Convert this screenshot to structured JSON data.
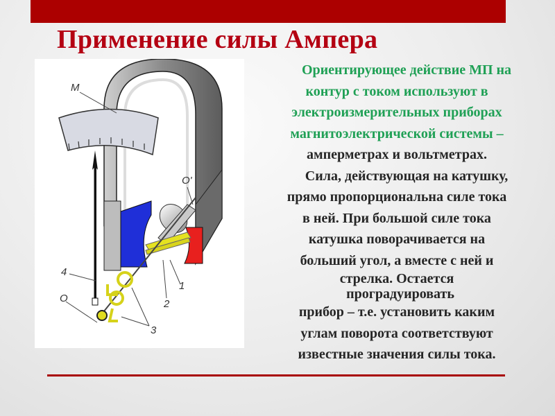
{
  "slide": {
    "title": "Применение силы Ампера",
    "colors": {
      "top_bar": "#ac0000",
      "title": "#b40012",
      "green_text": "#1fa055",
      "body_text": "#262626",
      "rule": "#a80000"
    },
    "paragraph1": {
      "lines": [
        "Ориентирующее действие МП на",
        "контур с током используют в",
        "электроизмерительных приборах",
        "магнитоэлектрической системы –",
        "амперметрах и вольтметрах."
      ]
    },
    "paragraph2": {
      "lines": [
        "Сила, действующая на катушку,",
        "прямо пропорциональна силе тока",
        "в ней. При большой силе тока",
        "катушка поворачивается на",
        "больший угол, а вместе с ней и",
        "стрелка. Остается",
        "проградуировать",
        "прибор – т.е. установить каким",
        "углам поворота соответствуют",
        "известные значения силы тока."
      ]
    },
    "figure": {
      "description": "Магнитоэлектрический измерительный прибор",
      "labels": {
        "magnet": "M",
        "axis_top": "O'",
        "axis_bottom": "O",
        "coil": "1",
        "core": "2",
        "springs": "3",
        "pointer": "4"
      }
    }
  }
}
